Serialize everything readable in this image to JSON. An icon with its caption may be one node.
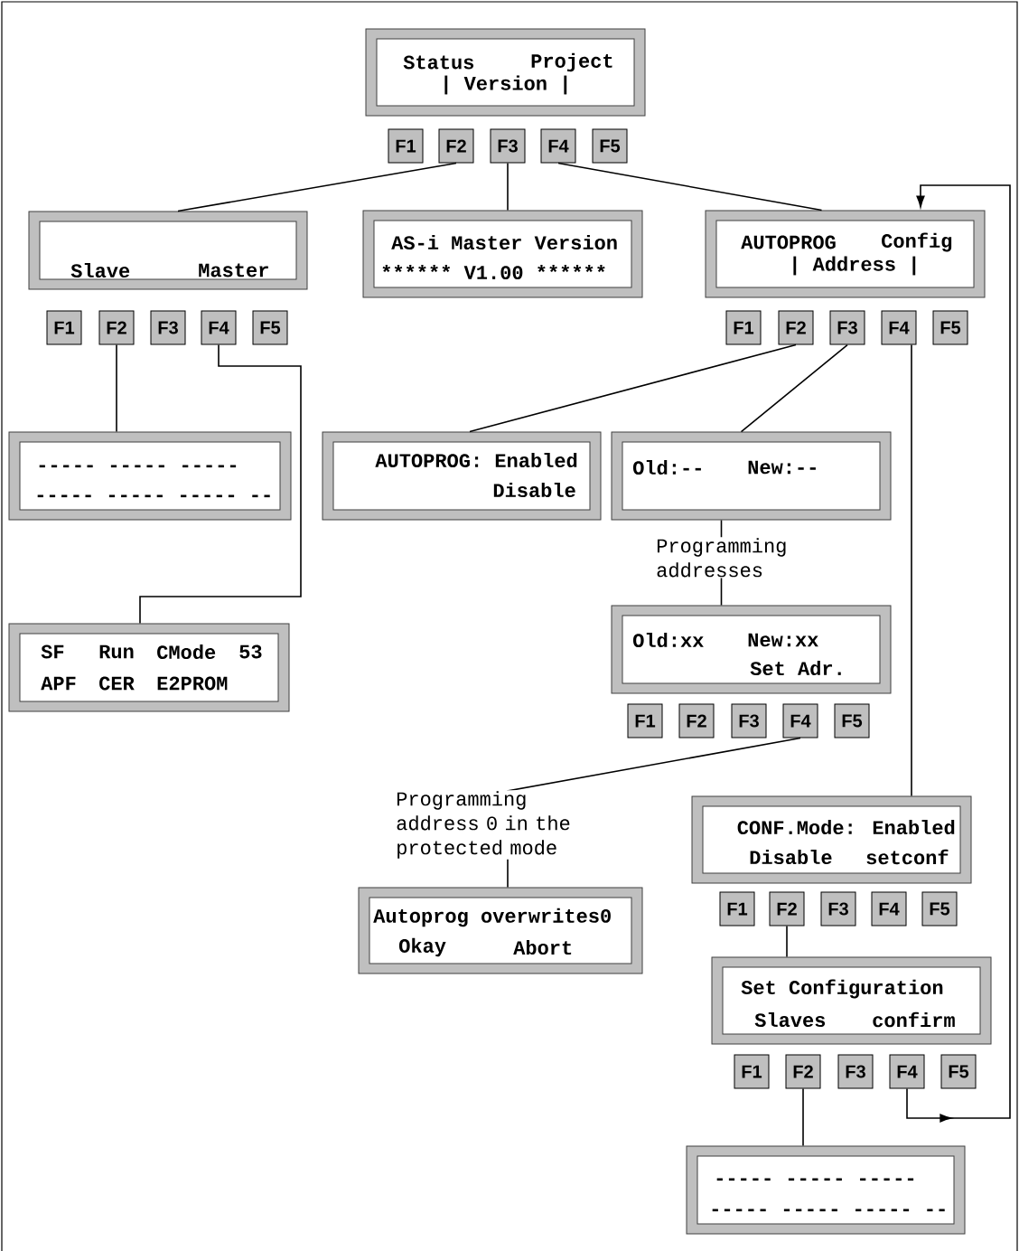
{
  "diagram": {
    "nodes": [
      {
        "text": [
          "Status",
          "Project",
          "| Version |"
        ]
      },
      {
        "text": [
          "F1"
        ]
      },
      {
        "text": [
          "F2"
        ]
      },
      {
        "text": [
          "F3"
        ]
      },
      {
        "text": [
          "F4"
        ]
      },
      {
        "text": [
          "F5"
        ]
      },
      {
        "text": [
          "Slave",
          "Master"
        ]
      },
      {
        "text": [
          "AS-i Master Version",
          "****** V1.00 ******"
        ]
      },
      {
        "text": [
          "AUTOPROG",
          "Config",
          "| Address |"
        ]
      },
      {
        "text": [
          "F1"
        ]
      },
      {
        "text": [
          "F2"
        ]
      },
      {
        "text": [
          "F3"
        ]
      },
      {
        "text": [
          "F4"
        ]
      },
      {
        "text": [
          "F5"
        ]
      },
      {
        "text": [
          "F1"
        ]
      },
      {
        "text": [
          "F2"
        ]
      },
      {
        "text": [
          "F3"
        ]
      },
      {
        "text": [
          "F4"
        ]
      },
      {
        "text": [
          "F5"
        ]
      },
      {
        "text": [
          "----- ----- -----",
          "----- ----- ----- --"
        ]
      },
      {
        "text": [
          "AUTOPROG: Enabled",
          "Disable"
        ]
      },
      {
        "text": [
          "Old:--",
          "New:--"
        ]
      },
      {
        "text": [
          "Old:xx",
          "New:xx",
          "Set Adr."
        ]
      },
      {
        "text": [
          "F1"
        ]
      },
      {
        "text": [
          "F2"
        ]
      },
      {
        "text": [
          "F3"
        ]
      },
      {
        "text": [
          "F4"
        ]
      },
      {
        "text": [
          "F5"
        ]
      },
      {
        "text": [
          "SF",
          "Run",
          "CMode",
          "53",
          "APF",
          "CER",
          "E2PROM"
        ]
      },
      {
        "text": [
          "CONF.Mode: Enabled",
          "Disable",
          "setconf"
        ]
      },
      {
        "text": [
          "F1"
        ]
      },
      {
        "text": [
          "F2"
        ]
      },
      {
        "text": [
          "F3"
        ]
      },
      {
        "text": [
          "F4"
        ]
      },
      {
        "text": [
          "F5"
        ]
      },
      {
        "text": [
          "Autoprog overwrites0",
          "Okay",
          "Abort"
        ]
      },
      {
        "text": [
          "Set Configuration",
          "Slaves",
          "confirm"
        ]
      },
      {
        "text": [
          "F1"
        ]
      },
      {
        "text": [
          "F2"
        ]
      },
      {
        "text": [
          "F3"
        ]
      },
      {
        "text": [
          "F4"
        ]
      },
      {
        "text": [
          "F5"
        ]
      },
      {
        "text": [
          "----- ----- -----",
          "----- ----- ----- --"
        ]
      }
    ],
    "edges": [
      {
        "from": 2,
        "to": 6,
        "arrow": "none"
      },
      {
        "from": 3,
        "to": 7,
        "arrow": "none"
      },
      {
        "from": 4,
        "to": 8,
        "arrow": "none"
      },
      {
        "from": 10,
        "to": 19,
        "arrow": "none"
      },
      {
        "from": 12,
        "to": 28,
        "arrow": "none"
      },
      {
        "from": 15,
        "to": 20,
        "arrow": "none"
      },
      {
        "from": 16,
        "to": 21,
        "arrow": "none"
      },
      {
        "from": 17,
        "to": 29,
        "arrow": "none"
      },
      {
        "from": 21,
        "to": 22,
        "arrow": "none",
        "label": "Programming addresses"
      },
      {
        "from": 26,
        "to": 35,
        "arrow": "none",
        "label": "Programming address 0 in the protected mode"
      },
      {
        "from": 31,
        "to": 36,
        "arrow": "none"
      },
      {
        "from": 38,
        "to": 42,
        "arrow": "none"
      },
      {
        "from": 40,
        "to": 8,
        "arrow": "to"
      }
    ]
  }
}
